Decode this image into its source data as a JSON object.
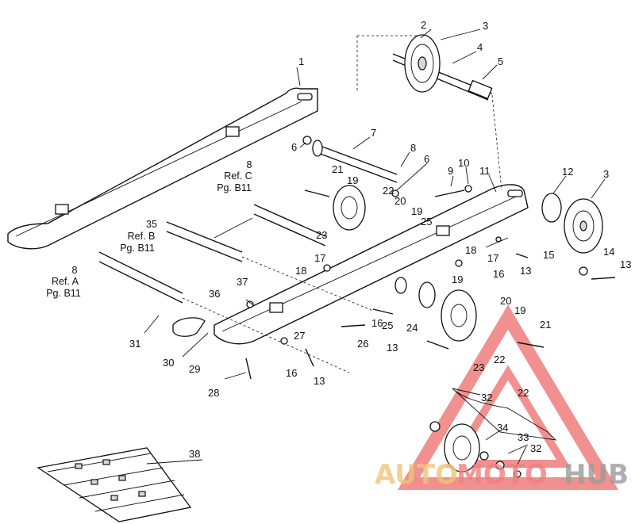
{
  "diagram": {
    "callouts": [
      {
        "id": "c1",
        "text": "1"
      },
      {
        "id": "c2",
        "text": "2"
      },
      {
        "id": "c3a",
        "text": "3"
      },
      {
        "id": "c4",
        "text": "4"
      },
      {
        "id": "c5",
        "text": "5"
      },
      {
        "id": "c6a",
        "text": "6"
      },
      {
        "id": "c7",
        "text": "7"
      },
      {
        "id": "c8a",
        "text": "8"
      },
      {
        "id": "c6b",
        "text": "6"
      },
      {
        "id": "c9",
        "text": "9"
      },
      {
        "id": "c10",
        "text": "10"
      },
      {
        "id": "c11",
        "text": "11"
      },
      {
        "id": "c12",
        "text": "12"
      },
      {
        "id": "c3b",
        "text": "3"
      },
      {
        "id": "c21a",
        "text": "21"
      },
      {
        "id": "c19a",
        "text": "19"
      },
      {
        "id": "c22a",
        "text": "22"
      },
      {
        "id": "c20a",
        "text": "20"
      },
      {
        "id": "c19b",
        "text": "19"
      },
      {
        "id": "c25a",
        "text": "25"
      },
      {
        "id": "c23a",
        "text": "23"
      },
      {
        "id": "c17a",
        "text": "17"
      },
      {
        "id": "c18a",
        "text": "18"
      },
      {
        "id": "c17b",
        "text": "17"
      },
      {
        "id": "c18b",
        "text": "18"
      },
      {
        "id": "c19c",
        "text": "19"
      },
      {
        "id": "c16a",
        "text": "16"
      },
      {
        "id": "c13a",
        "text": "13"
      },
      {
        "id": "c15",
        "text": "15"
      },
      {
        "id": "c14",
        "text": "14"
      },
      {
        "id": "c13b",
        "text": "13"
      },
      {
        "id": "c35",
        "text": "35"
      },
      {
        "id": "c8b",
        "text": "8"
      },
      {
        "id": "c37",
        "text": "37"
      },
      {
        "id": "c36",
        "text": "36"
      },
      {
        "id": "c16b",
        "text": "16"
      },
      {
        "id": "c25b",
        "text": "25"
      },
      {
        "id": "c24",
        "text": "24"
      },
      {
        "id": "c20b",
        "text": "20"
      },
      {
        "id": "c19d",
        "text": "19"
      },
      {
        "id": "c21b",
        "text": "21"
      },
      {
        "id": "c27",
        "text": "27"
      },
      {
        "id": "c26",
        "text": "26"
      },
      {
        "id": "c13c",
        "text": "13"
      },
      {
        "id": "c31",
        "text": "31"
      },
      {
        "id": "c30",
        "text": "30"
      },
      {
        "id": "c29",
        "text": "29"
      },
      {
        "id": "c16c",
        "text": "16"
      },
      {
        "id": "c13d",
        "text": "13"
      },
      {
        "id": "c22b",
        "text": "22"
      },
      {
        "id": "c23b",
        "text": "23"
      },
      {
        "id": "c28",
        "text": "28"
      },
      {
        "id": "c22c",
        "text": "22"
      },
      {
        "id": "c32a",
        "text": "32"
      },
      {
        "id": "c34",
        "text": "34"
      },
      {
        "id": "c33",
        "text": "33"
      },
      {
        "id": "c32b",
        "text": "32"
      },
      {
        "id": "c38",
        "text": "38"
      }
    ],
    "refs": [
      {
        "id": "r8c",
        "num": "8",
        "ref": "Ref. C",
        "page": "Pg. B11"
      },
      {
        "id": "r35b",
        "num": "35",
        "ref": "Ref. B",
        "page": "Pg. B11"
      },
      {
        "id": "r8a",
        "num": "8",
        "ref": "Ref. A",
        "page": "Pg. B11"
      }
    ]
  },
  "watermark": {
    "part1": "AUTO",
    "part2": "MOTO",
    "part3": "HUB"
  },
  "colors": {
    "watermark_red": "#e53935",
    "watermark_orange": "#f2c27a",
    "watermark_gray": "#9a9a9a",
    "ink": "#111111"
  }
}
